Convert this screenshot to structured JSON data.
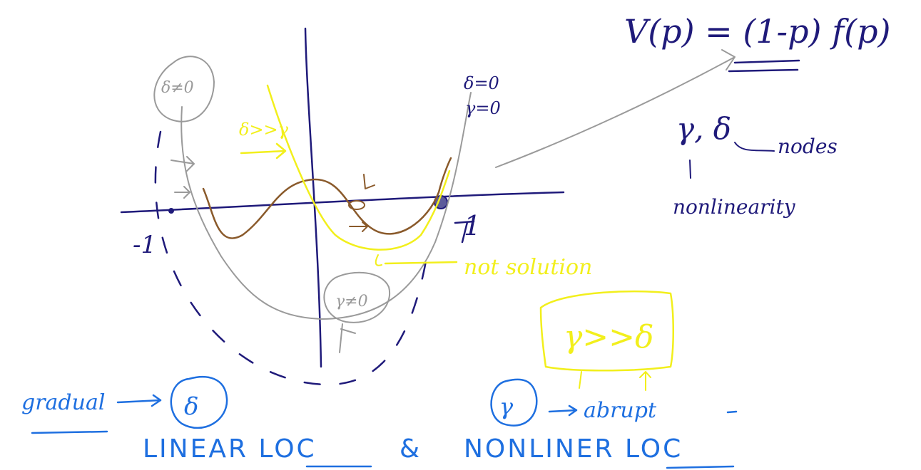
{
  "canvas": {
    "background": "#ffffff"
  },
  "colors": {
    "navy": "#1f1a7a",
    "gray": "#9a9a9a",
    "brown": "#8a5a2b",
    "yellow": "#f2ef1c",
    "blue": "#1e6fe0"
  },
  "equation": "V(p) = (1-p) f(p)",
  "params": {
    "gamma_delta": "γ, δ",
    "nonlinearity": "nonlinearity",
    "nodes": "nodes"
  },
  "markers": {
    "one": "1",
    "minus_one": "-1"
  },
  "annotations": {
    "delta_neq_0": "δ≠0",
    "gamma_neq_0": "γ≠0",
    "delta_eq_0": "δ=0",
    "gamma_eq_0": "γ=0",
    "delta_gg": "δ>>γ",
    "not_solution": "not solution",
    "gamma_gg_delta": "γ>>δ"
  },
  "circled": {
    "delta": "δ",
    "gamma": "γ"
  },
  "words": {
    "gradual": "gradual",
    "abrupt": "abrupt"
  },
  "footer": {
    "linear": "LINEAR LOC",
    "and": "&",
    "nonlinear": "NONLINER LOC"
  }
}
